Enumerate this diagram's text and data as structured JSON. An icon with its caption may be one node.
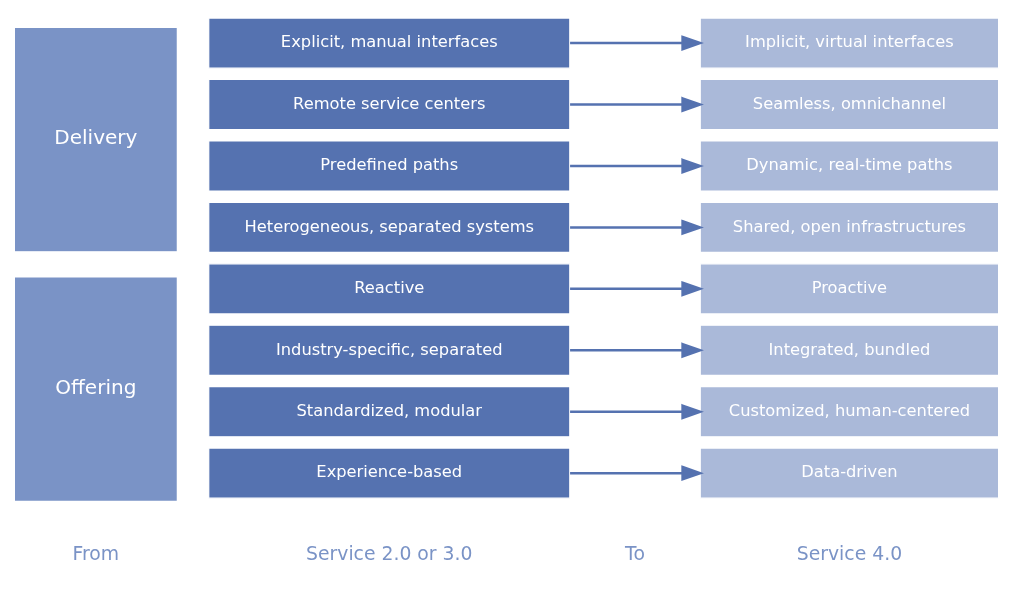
{
  "diagram": {
    "nodes": [
      {
        "text": [
          "Offering"
        ]
      },
      {
        "text": [
          "Reactive"
        ]
      },
      {
        "text": [
          "Proactive"
        ]
      },
      {
        "text": [
          "Industry-specific, separated"
        ]
      },
      {
        "text": [
          "Integrated, bundled"
        ]
      },
      {
        "text": [
          "Standardized, modular"
        ]
      },
      {
        "text": [
          "Customized, human-centered"
        ]
      },
      {
        "text": [
          "Experience-based"
        ]
      },
      {
        "text": [
          "Data-driven"
        ]
      },
      {
        "text": [
          "Delivery"
        ]
      },
      {
        "text": [
          "Explicit, manual interfaces"
        ]
      },
      {
        "text": [
          "Implicit, virtual interfaces"
        ]
      },
      {
        "text": [
          "Remote service centers"
        ]
      },
      {
        "text": [
          "Seamless, omnichannel"
        ]
      },
      {
        "text": [
          "Predefined paths"
        ]
      },
      {
        "text": [
          "Dynamic, real-time paths"
        ]
      },
      {
        "text": [
          "Heterogeneous, separated systems"
        ]
      },
      {
        "text": [
          "Shared, open infrastructures"
        ]
      }
    ],
    "edges": [
      {
        "from": 1,
        "to": 2,
        "arrow": "to"
      },
      {
        "from": 3,
        "to": 4,
        "arrow": "to"
      },
      {
        "from": 5,
        "to": 6,
        "arrow": "to"
      },
      {
        "from": 7,
        "to": 8,
        "arrow": "to"
      },
      {
        "from": 10,
        "to": 11,
        "arrow": "to"
      },
      {
        "from": 12,
        "to": 13,
        "arrow": "to"
      },
      {
        "from": 14,
        "to": 15,
        "arrow": "to"
      },
      {
        "from": 16,
        "to": 17,
        "arrow": "to"
      }
    ],
    "labels": [
      "From",
      "Service 2.0 or 3.0",
      "To",
      "Service 4.0"
    ]
  }
}
